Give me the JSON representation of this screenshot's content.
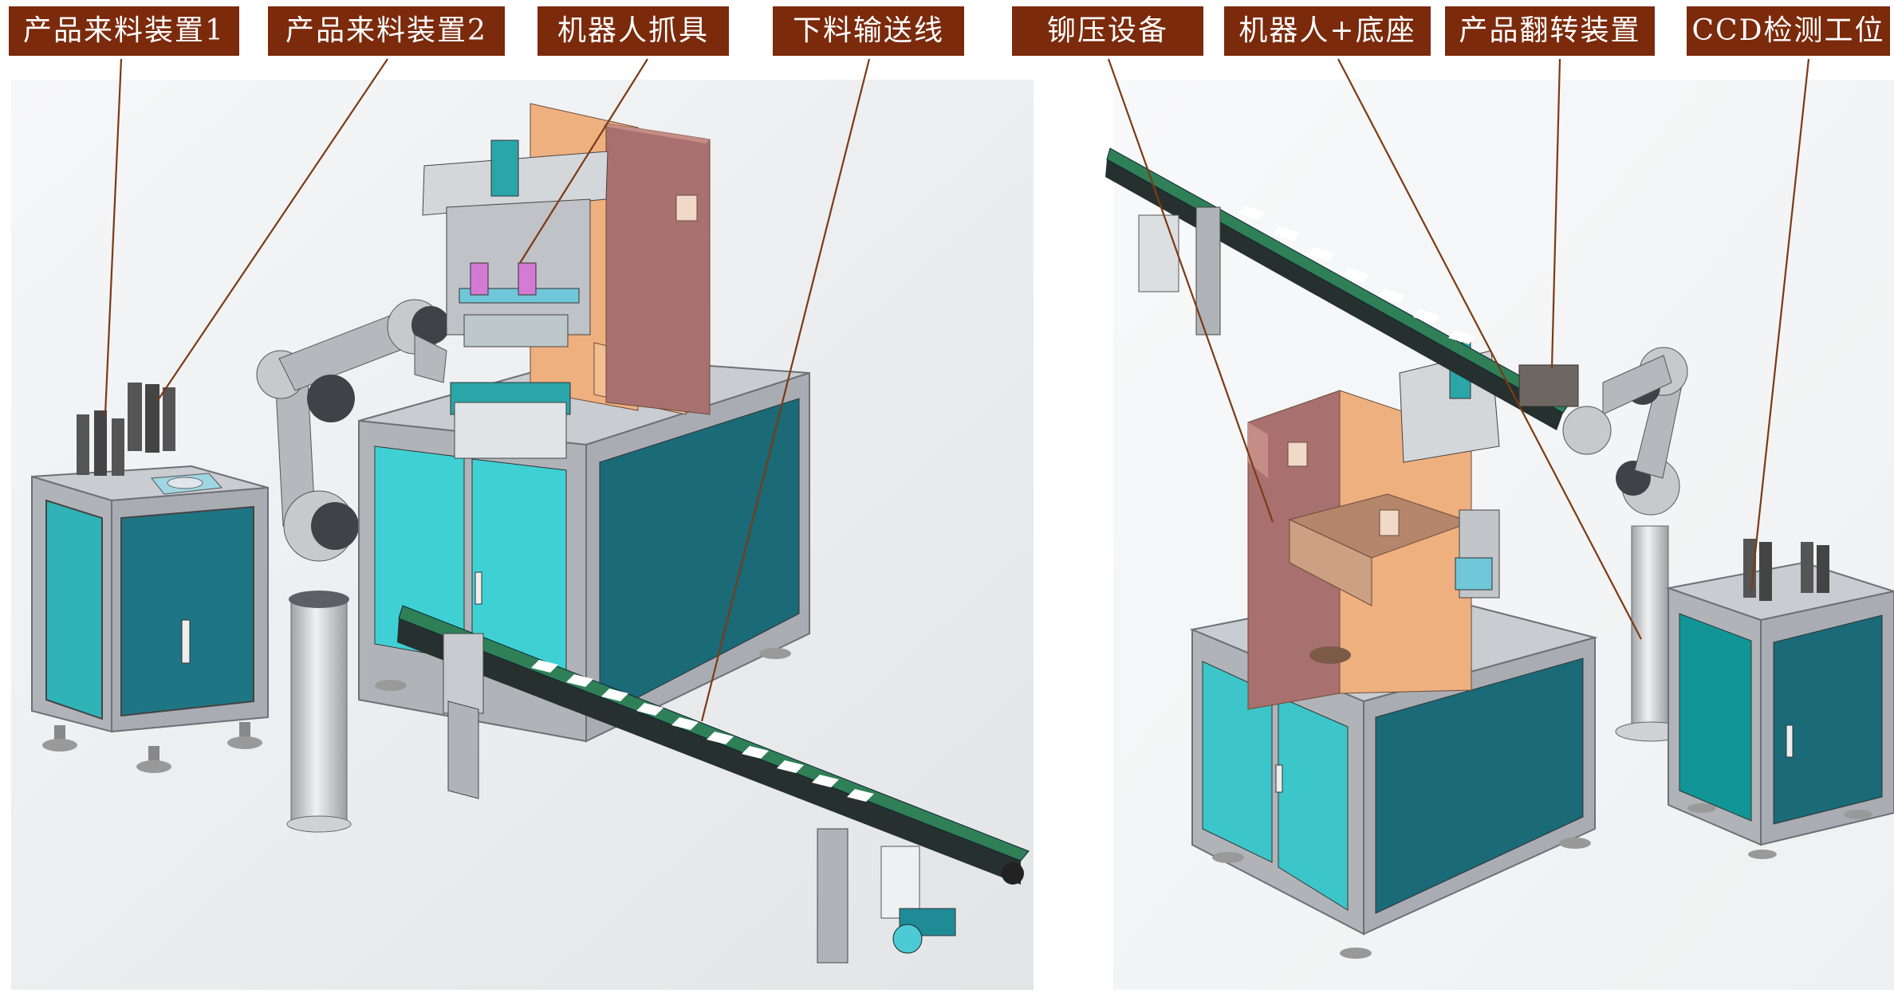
{
  "labels": [
    {
      "id": "feeder-1",
      "text": "产品来料装置1"
    },
    {
      "id": "feeder-2",
      "text": "产品来料装置2"
    },
    {
      "id": "gripper",
      "text": "机器人抓具"
    },
    {
      "id": "output-conveyor",
      "text": "下料输送线"
    },
    {
      "id": "riveting",
      "text": "铆压设备"
    },
    {
      "id": "robot-base",
      "text": "机器人+底座"
    },
    {
      "id": "flip-device",
      "text": "产品翻转装置"
    },
    {
      "id": "ccd-station",
      "text": "CCD检测工位"
    }
  ],
  "colors": {
    "label_bg": "#7b2a0c",
    "leader": "#7b3a16",
    "frame": "#b9bcc1",
    "panel_teal": "#2fb3b6",
    "panel_dark": "#1a6a78",
    "press_body": "#a8706f",
    "press_plate": "#efb07f",
    "belt": "#1f7a4f",
    "robot": "#b5b8bc"
  }
}
